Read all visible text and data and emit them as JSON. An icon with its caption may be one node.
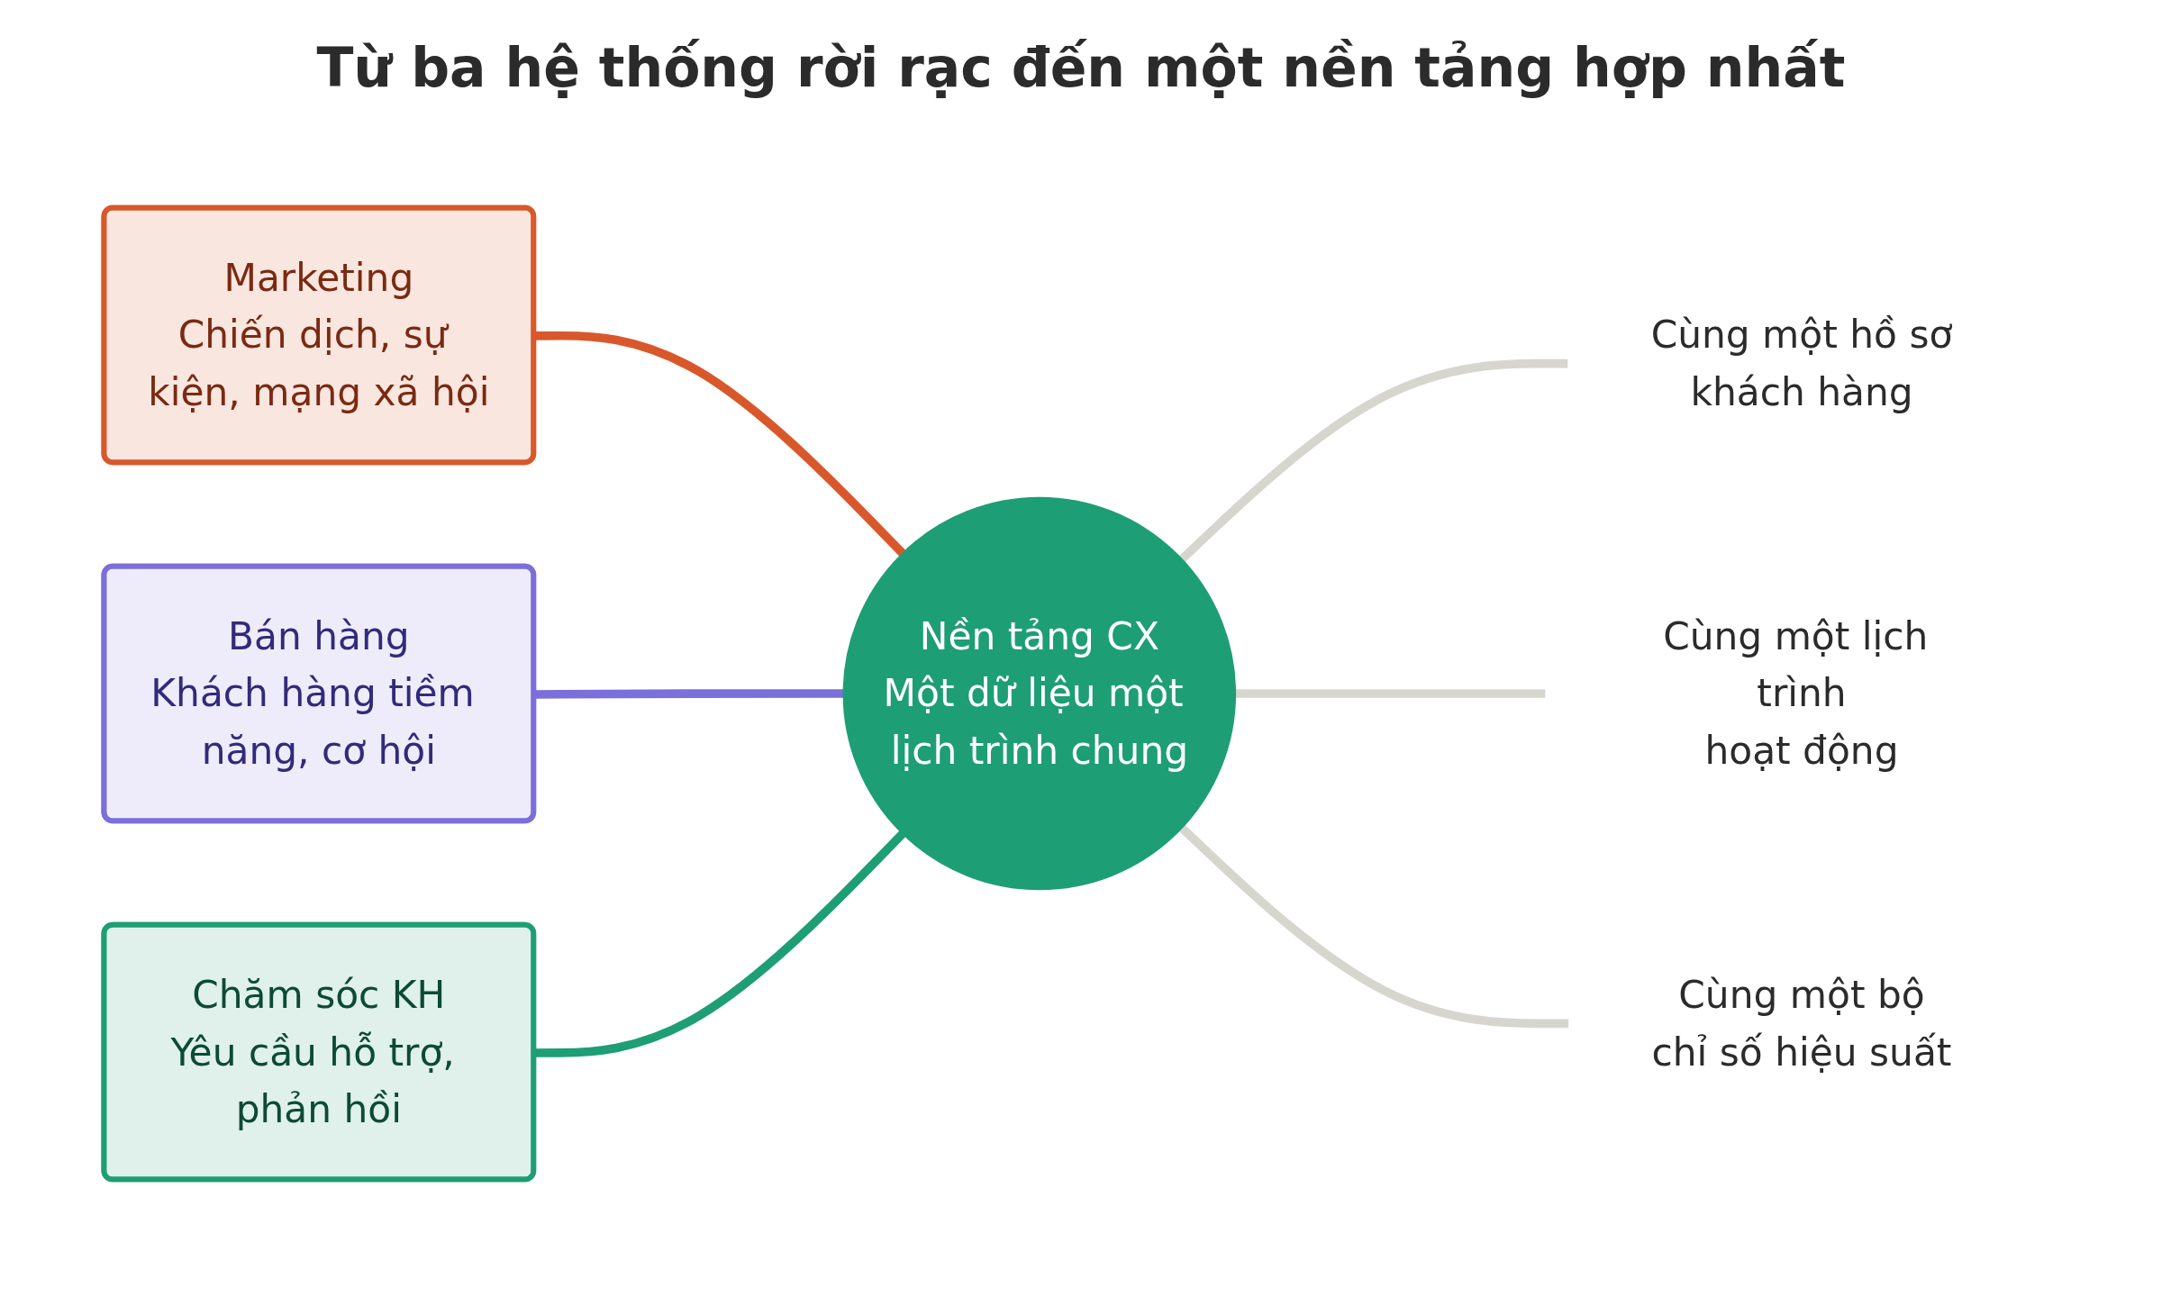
{
  "diagram": {
    "title": "Từ ba hệ thống rời rạc đến một nền tảng hợp nhất",
    "nodes": [
      {
        "text": [
          "Marketing",
          "Chiến dịch, sự kiện, mạng xã hội"
        ]
      },
      {
        "text": [
          "Bán hàng",
          "Khách hàng tiềm năng, cơ hội"
        ]
      },
      {
        "text": [
          "Chăm sóc KH",
          "Yêu cầu hỗ trợ, phản hồi"
        ]
      },
      {
        "text": [
          "Nền tảng CX",
          "Một dữ liệu một lịch trình chung"
        ]
      },
      {
        "text": [
          "Cùng một hồ sơ",
          "khách hàng"
        ]
      },
      {
        "text": [
          "Cùng một lịch trình",
          "hoạt động"
        ]
      },
      {
        "text": [
          "Cùng một bộ",
          "chỉ số hiệu suất"
        ]
      }
    ],
    "edges": [
      {
        "from": 0,
        "to": 3,
        "arrow": "none",
        "color": "#d9582b"
      },
      {
        "from": 1,
        "to": 3,
        "arrow": "none",
        "color": "#7b6fdb"
      },
      {
        "from": 2,
        "to": 3,
        "arrow": "none",
        "color": "#1e9e74"
      },
      {
        "from": 3,
        "to": 4,
        "arrow": "none",
        "color": "#d6d6cf"
      },
      {
        "from": 3,
        "to": 5,
        "arrow": "none",
        "color": "#d6d6cf"
      },
      {
        "from": 3,
        "to": 6,
        "arrow": "none",
        "color": "#d6d6cf"
      }
    ]
  }
}
